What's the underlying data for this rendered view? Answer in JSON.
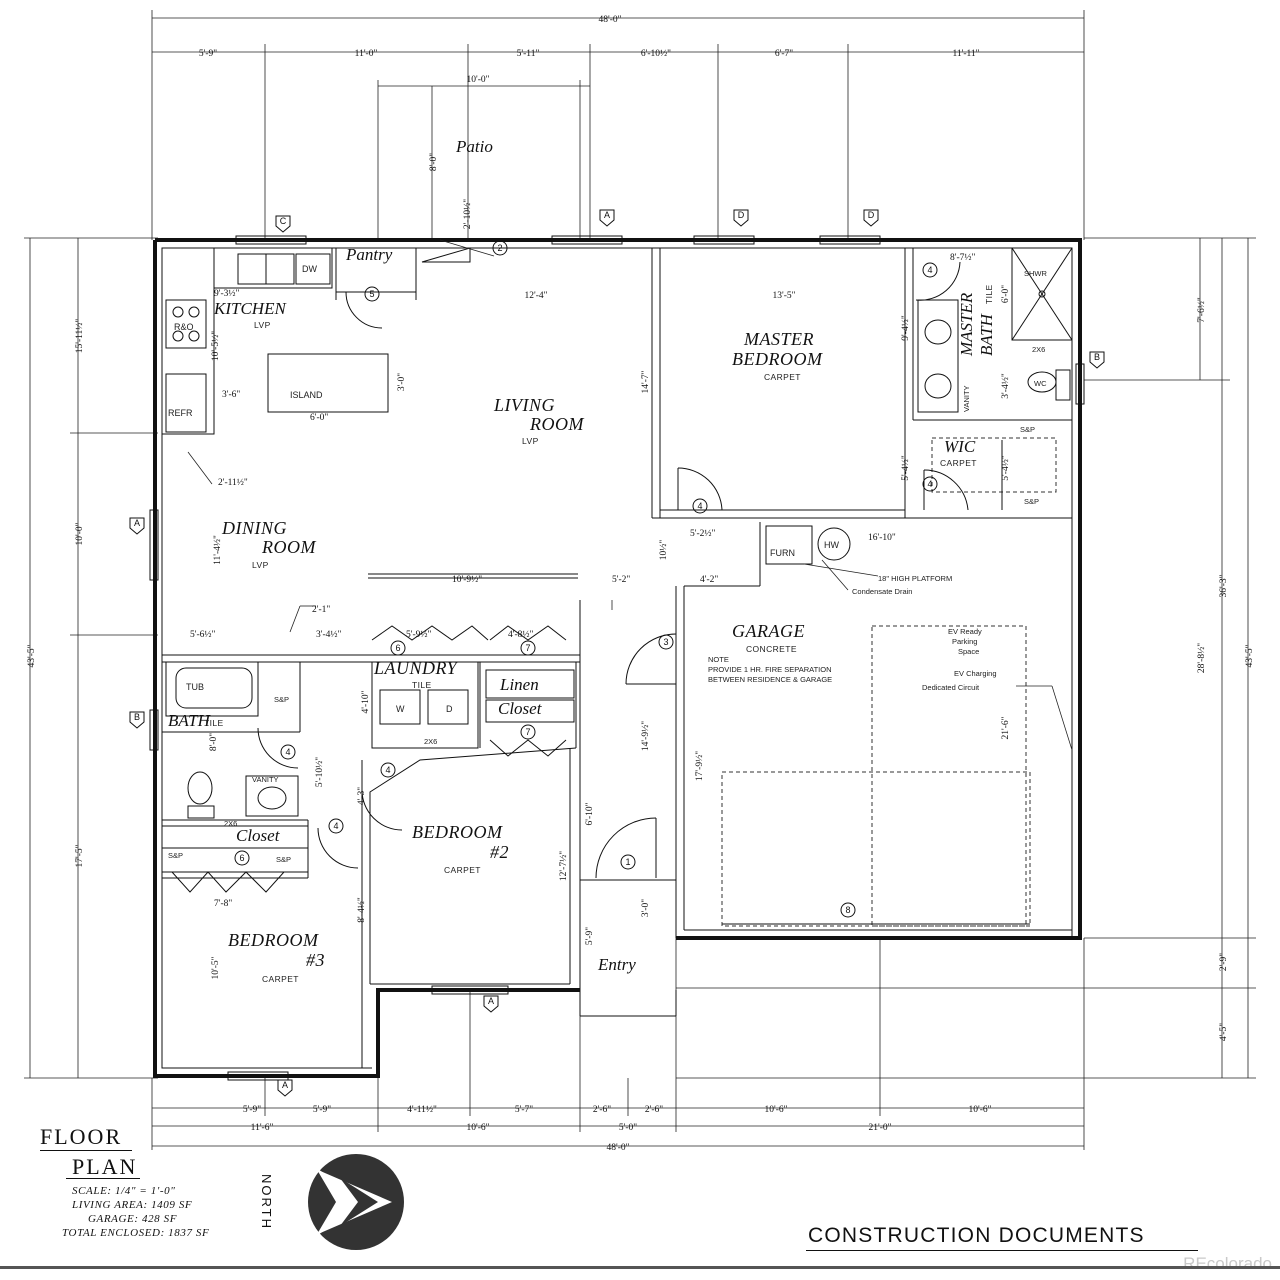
{
  "title_block": {
    "title_line1": "FLOOR",
    "title_line2": "PLAN",
    "scale": "SCALE: 1/4\" = 1'-0\"",
    "living_area": "LIVING AREA: 1409 SF",
    "garage": "GARAGE: 428 SF",
    "total_enclosed": "TOTAL ENCLOSED: 1837 SF",
    "north_label": "NORTH",
    "construction_documents": "CONSTRUCTION DOCUMENTS",
    "watermark": "REcolorado"
  },
  "rooms": {
    "kitchen": {
      "name": "KITCHEN",
      "finish": "LVP"
    },
    "island": "ISLAND",
    "pantry": "Pantry",
    "patio": "Patio",
    "living_line1": "LIVING",
    "living_line2": "ROOM",
    "living_finish": "LVP",
    "master_line1": "MASTER",
    "master_line2": "BEDROOM",
    "master_finish": "CARPET",
    "master_bath_line1": "MASTER",
    "master_bath_line2": "BATH",
    "master_bath_finish": "TILE",
    "wic": "WIC",
    "wic_finish": "CARPET",
    "dining_line1": "DINING",
    "dining_line2": "ROOM",
    "dining_finish": "LVP",
    "laundry": "LAUNDRY",
    "laundry_finish": "TILE",
    "linen": "Linen",
    "closet": "Closet",
    "bath": "BATH",
    "bath_finish": "TILE",
    "closet_b3": "Closet",
    "bedroom2_line1": "BEDROOM",
    "bedroom2_line2": "#2",
    "bedroom2_finish": "CARPET",
    "bedroom3_line1": "BEDROOM",
    "bedroom3_line2": "#3",
    "bedroom3_finish": "CARPET",
    "garage": "GARAGE",
    "garage_finish": "CONCRETE",
    "entry": "Entry"
  },
  "fixtures": {
    "dw": "DW",
    "range": "R&O",
    "refr": "REFR",
    "furn": "FURN",
    "hw": "HW",
    "tub": "TUB",
    "vanity": "VANITY",
    "vanity_mb": "VANITY",
    "wc": "WC",
    "shwr": "SHWR",
    "w": "W",
    "d": "D",
    "sp": "S&P",
    "twox6": "2X6"
  },
  "notes": {
    "platform": "18\" HIGH PLATFORM",
    "condensate": "Condensate Drain",
    "garage_note_l1": "NOTE",
    "garage_note_l2": "PROVIDE 1 HR. FIRE SEPARATION",
    "garage_note_l3": "BETWEEN RESIDENCE & GARAGE",
    "ev_ready_l1": "EV Ready",
    "ev_ready_l2": "Parking",
    "ev_ready_l3": "Space",
    "ev_charging_l1": "EV Charging",
    "ev_charging_l2": "Dedicated Circuit"
  },
  "dims": {
    "overall_top": "48'-0\"",
    "top_1": "5'-9\"",
    "top_2": "11'-0\"",
    "top_3": "5'-11\"",
    "top_4": "6'-10½\"",
    "top_5": "6'-7\"",
    "top_6": "11'-11\"",
    "patio_w": "10'-0\"",
    "patio_d": "8'-0\"",
    "patio_offset": "2'-10½\"",
    "kitchen_w": "9'-3½\"",
    "kitchen_h": "10'-5½\"",
    "living_w": "12'-4\"",
    "master_w": "13'-5\"",
    "living_h": "14'-7\"",
    "master_bath_w": "8'-7½\"",
    "shwr_d": "6'-0\"",
    "island_offset": "3'-6\"",
    "island_w": "6'-0\"",
    "island_d": "3'-0\"",
    "refr_gap": "2'-11½\"",
    "dining_h": "11'-4½\"",
    "wic_h": "5'-4½\"",
    "wic_h2": "5'-4½\"",
    "mb_h1": "9'-4½\"",
    "mb_h2": "3'-4½\"",
    "hall_1": "5'-2½\"",
    "hall_2": "16'-10\"",
    "hall_3": "10'-9½\"",
    "hall_4": "5'-2\"",
    "hall_5": "4'-2\"",
    "hall_6": "10½\"",
    "bath_row_1": "5'-6½\"",
    "bath_row_2": "3'-4½\"",
    "bath_row_3": "5'-9½\"",
    "bath_row_4": "4'-8½\"",
    "bath_row_5": "2'-1\"",
    "laundry_h": "4'-10\"",
    "bath_h": "8'-0\"",
    "bath_h2": "5'-10½\"",
    "bath_h3": "4'-3\"",
    "hall_v1": "14'-9½\"",
    "hall_v2": "6'-10\"",
    "garage_v1": "17'-9½\"",
    "garage_v2": "21'-6\"",
    "bed2_h": "12'-7½\"",
    "bed3_w": "7'-8\"",
    "bed3_h": "10'-5\"",
    "bed3_h2": "8'-4½\"",
    "entry_h1": "3'-0\"",
    "entry_h2": "5'-9\"",
    "right_1": "7'-6½\"",
    "right_2": "28'-8½\"",
    "right_3": "2'-9\"",
    "right_4": "4'-5\"",
    "right_overall": "43'-5\"",
    "right_36": "36'-3\"",
    "left_1": "15'-11½\"",
    "left_2": "10'-0\"",
    "left_3": "17'-5\"",
    "left_overall": "43'-5\"",
    "bot_1": "5'-9\"",
    "bot_2": "5'-9\"",
    "bot_3": "4'-11½\"",
    "bot_4": "5'-7\"",
    "bot_5": "2'-6\"",
    "bot_6": "2'-6\"",
    "bot_7": "10'-6\"",
    "bot_8": "10'-6\"",
    "bot_mid_1": "11'-6\"",
    "bot_mid_2": "10'-6\"",
    "bot_mid_3": "5'-0\"",
    "bot_mid_4": "21'-0\"",
    "bot_overall": "48'-0\""
  },
  "tags": {
    "door_1": "1",
    "door_2": "2",
    "door_3": "3",
    "door_4": "4",
    "door_5": "5",
    "door_6": "6",
    "door_7": "7",
    "door_8": "8",
    "win_a": "A",
    "win_b": "B",
    "win_c": "C",
    "win_d": "D"
  }
}
